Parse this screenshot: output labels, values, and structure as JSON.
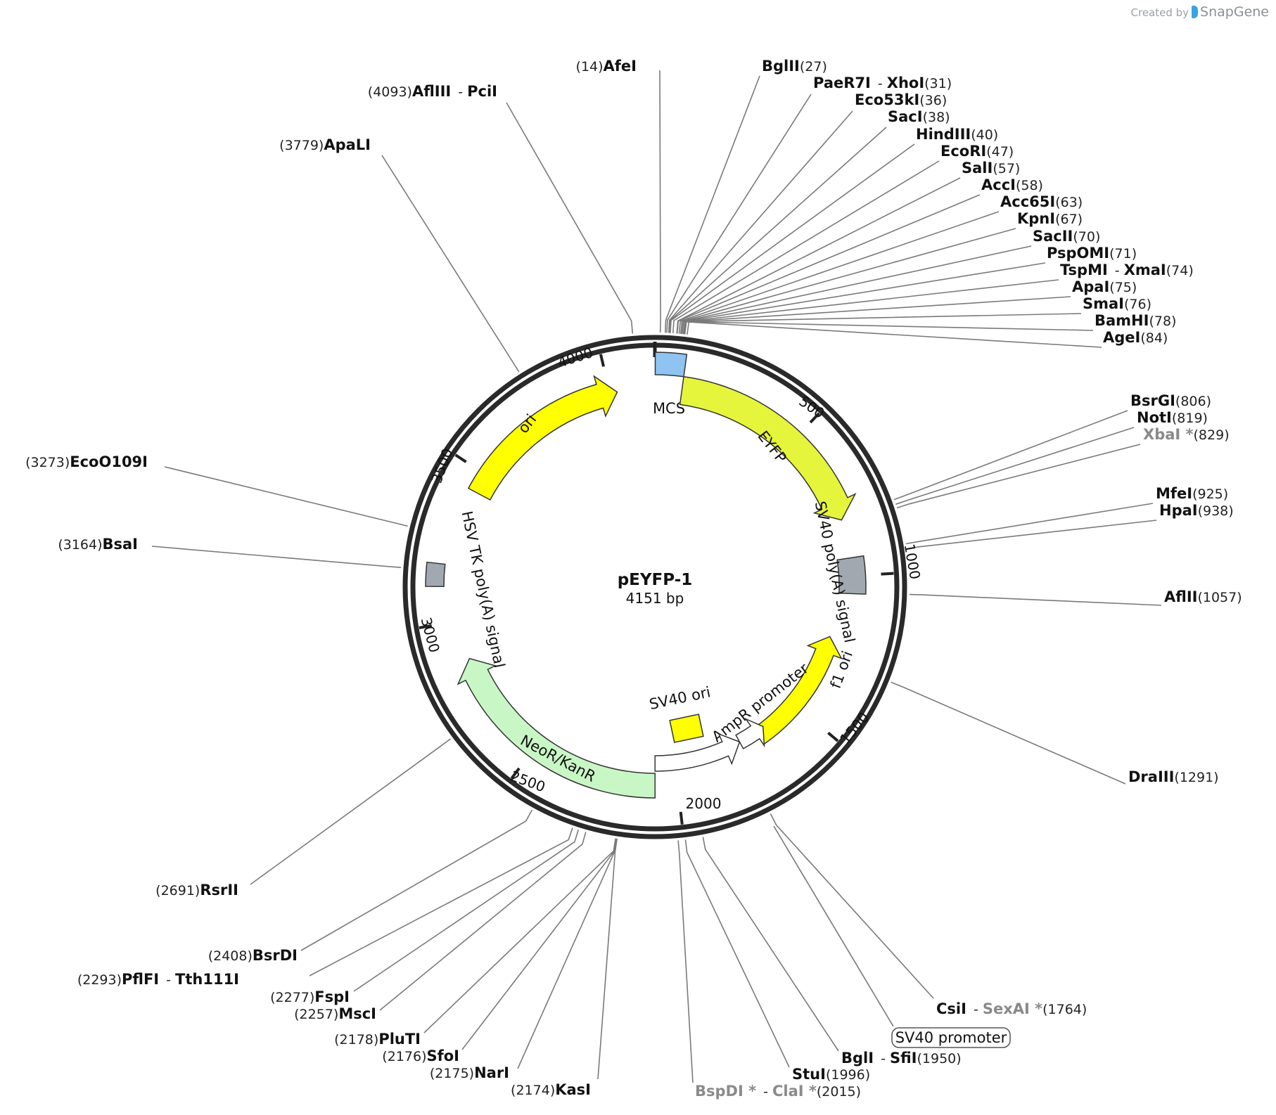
{
  "credit": {
    "created_by": "Created by",
    "brand": "SnapGene"
  },
  "plasmid": {
    "name": "pEYFP-1",
    "length_label": "4151 bp",
    "length_bp": 4151
  },
  "ticks": [
    {
      "bp": 500,
      "label": "500"
    },
    {
      "bp": 1000,
      "label": "1000"
    },
    {
      "bp": 1500,
      "label": "1500"
    },
    {
      "bp": 2000,
      "label": "2000"
    },
    {
      "bp": 2500,
      "label": "2500"
    },
    {
      "bp": 3000,
      "label": "3000"
    },
    {
      "bp": 3500,
      "label": "3500"
    },
    {
      "bp": 4000,
      "label": "4000"
    }
  ],
  "features": [
    {
      "name": "MCS",
      "start": 1,
      "end": 90,
      "ring": "outer",
      "type": "box",
      "color": "#8ec3f2",
      "label": "MCS"
    },
    {
      "name": "EYFP",
      "start": 90,
      "end": 810,
      "ring": "outer",
      "type": "arrow-cw",
      "color": "#e5f53b",
      "label": "EYFP"
    },
    {
      "name": "SV40 poly(A) signal",
      "start": 940,
      "end": 1060,
      "ring": "outer",
      "type": "box",
      "color": "#a2a8b0",
      "label": "SV40 poly(A) signal"
    },
    {
      "name": "f1 ori",
      "start": 1220,
      "end": 1675,
      "ring": "outer",
      "type": "arrow-ccw",
      "color": "#ffff00",
      "label": "f1 ori"
    },
    {
      "name": "AmpR promoter",
      "start": 1640,
      "end": 1745,
      "ring": "outer",
      "type": "arrow-ccw",
      "color": "#ffffff",
      "label": "AmpR promoter"
    },
    {
      "name": "SV40 promoter",
      "start": 1745,
      "end": 2075,
      "ring": "outer",
      "type": "arrow-ccw",
      "color": "#ffffff",
      "label": "SV40 promoter"
    },
    {
      "name": "SV40 ori",
      "start": 1955,
      "end": 2090,
      "ring": "inner",
      "type": "box",
      "color": "#ffff00",
      "label": "SV40 ori"
    },
    {
      "name": "NeoR/KanR",
      "start": 2075,
      "end": 2870,
      "ring": "outer",
      "type": "arrow-cw",
      "color": "#c8f7c5",
      "label": "NeoR/KanR"
    },
    {
      "name": "HSV TK poly(A) signal",
      "start": 3115,
      "end": 3185,
      "ring": "outer",
      "type": "box",
      "color": "#a2a8b0",
      "label": "HSV TK poly(A) signal"
    },
    {
      "name": "ori",
      "start": 3435,
      "end": 4025,
      "ring": "outer",
      "type": "arrow-cw",
      "color": "#ffff00",
      "label": "ori"
    }
  ],
  "sites": [
    {
      "names": [
        "AfeI"
      ],
      "pos": "(14)"
    },
    {
      "names": [
        "BglII"
      ],
      "pos": "(27)"
    },
    {
      "names": [
        "PaeR7I",
        "XhoI"
      ],
      "pos": "(31)"
    },
    {
      "names": [
        "Eco53kI"
      ],
      "pos": "(36)"
    },
    {
      "names": [
        "SacI"
      ],
      "pos": "(38)"
    },
    {
      "names": [
        "HindIII"
      ],
      "pos": "(40)"
    },
    {
      "names": [
        "EcoRI"
      ],
      "pos": "(47)"
    },
    {
      "names": [
        "SalI"
      ],
      "pos": "(57)"
    },
    {
      "names": [
        "AccI"
      ],
      "pos": "(58)"
    },
    {
      "names": [
        "Acc65I"
      ],
      "pos": "(63)"
    },
    {
      "names": [
        "KpnI"
      ],
      "pos": "(67)"
    },
    {
      "names": [
        "SacII"
      ],
      "pos": "(70)"
    },
    {
      "names": [
        "PspOMI"
      ],
      "pos": "(71)"
    },
    {
      "names": [
        "TspMI",
        "XmaI"
      ],
      "pos": "(74)"
    },
    {
      "names": [
        "ApaI"
      ],
      "pos": "(75)"
    },
    {
      "names": [
        "SmaI"
      ],
      "pos": "(76)"
    },
    {
      "names": [
        "BamHI"
      ],
      "pos": "(78)"
    },
    {
      "names": [
        "AgeI"
      ],
      "pos": "(84)"
    },
    {
      "names": [
        "BsrGI"
      ],
      "pos": "(806)"
    },
    {
      "names": [
        "NotI"
      ],
      "pos": "(819)"
    },
    {
      "names": [
        "XbaI *"
      ],
      "pos": "(829)",
      "note": "methylation-blocked"
    },
    {
      "names": [
        "MfeI"
      ],
      "pos": "(925)"
    },
    {
      "names": [
        "HpaI"
      ],
      "pos": "(938)"
    },
    {
      "names": [
        "AflII"
      ],
      "pos": "(1057)"
    },
    {
      "names": [
        "DraIII"
      ],
      "pos": "(1291)"
    },
    {
      "names": [
        "CsiI",
        "SexAI *"
      ],
      "pos": "(1764)"
    },
    {
      "names": [
        "BglI",
        "SfiI"
      ],
      "pos": "(1950)"
    },
    {
      "names": [
        "StuI"
      ],
      "pos": "(1996)"
    },
    {
      "names": [
        "BspDI *",
        "ClaI *"
      ],
      "pos": "(2015)"
    },
    {
      "names": [
        "KasI"
      ],
      "pos": "(2174)"
    },
    {
      "names": [
        "NarI"
      ],
      "pos": "(2175)"
    },
    {
      "names": [
        "SfoI"
      ],
      "pos": "(2176)"
    },
    {
      "names": [
        "PluTI"
      ],
      "pos": "(2178)"
    },
    {
      "names": [
        "MscI"
      ],
      "pos": "(2257)"
    },
    {
      "names": [
        "FspI"
      ],
      "pos": "(2277)"
    },
    {
      "names": [
        "PflFI",
        "Tth111I"
      ],
      "pos": "(2293)"
    },
    {
      "names": [
        "BsrDI"
      ],
      "pos": "(2408)"
    },
    {
      "names": [
        "RsrII"
      ],
      "pos": "(2691)"
    },
    {
      "names": [
        "BsaI"
      ],
      "pos": "(3164)"
    },
    {
      "names": [
        "EcoO109I"
      ],
      "pos": "(3273)"
    },
    {
      "names": [
        "ApaLI"
      ],
      "pos": "(3779)"
    },
    {
      "names": [
        "AflIII",
        "PciI"
      ],
      "pos": "(4093)"
    }
  ]
}
